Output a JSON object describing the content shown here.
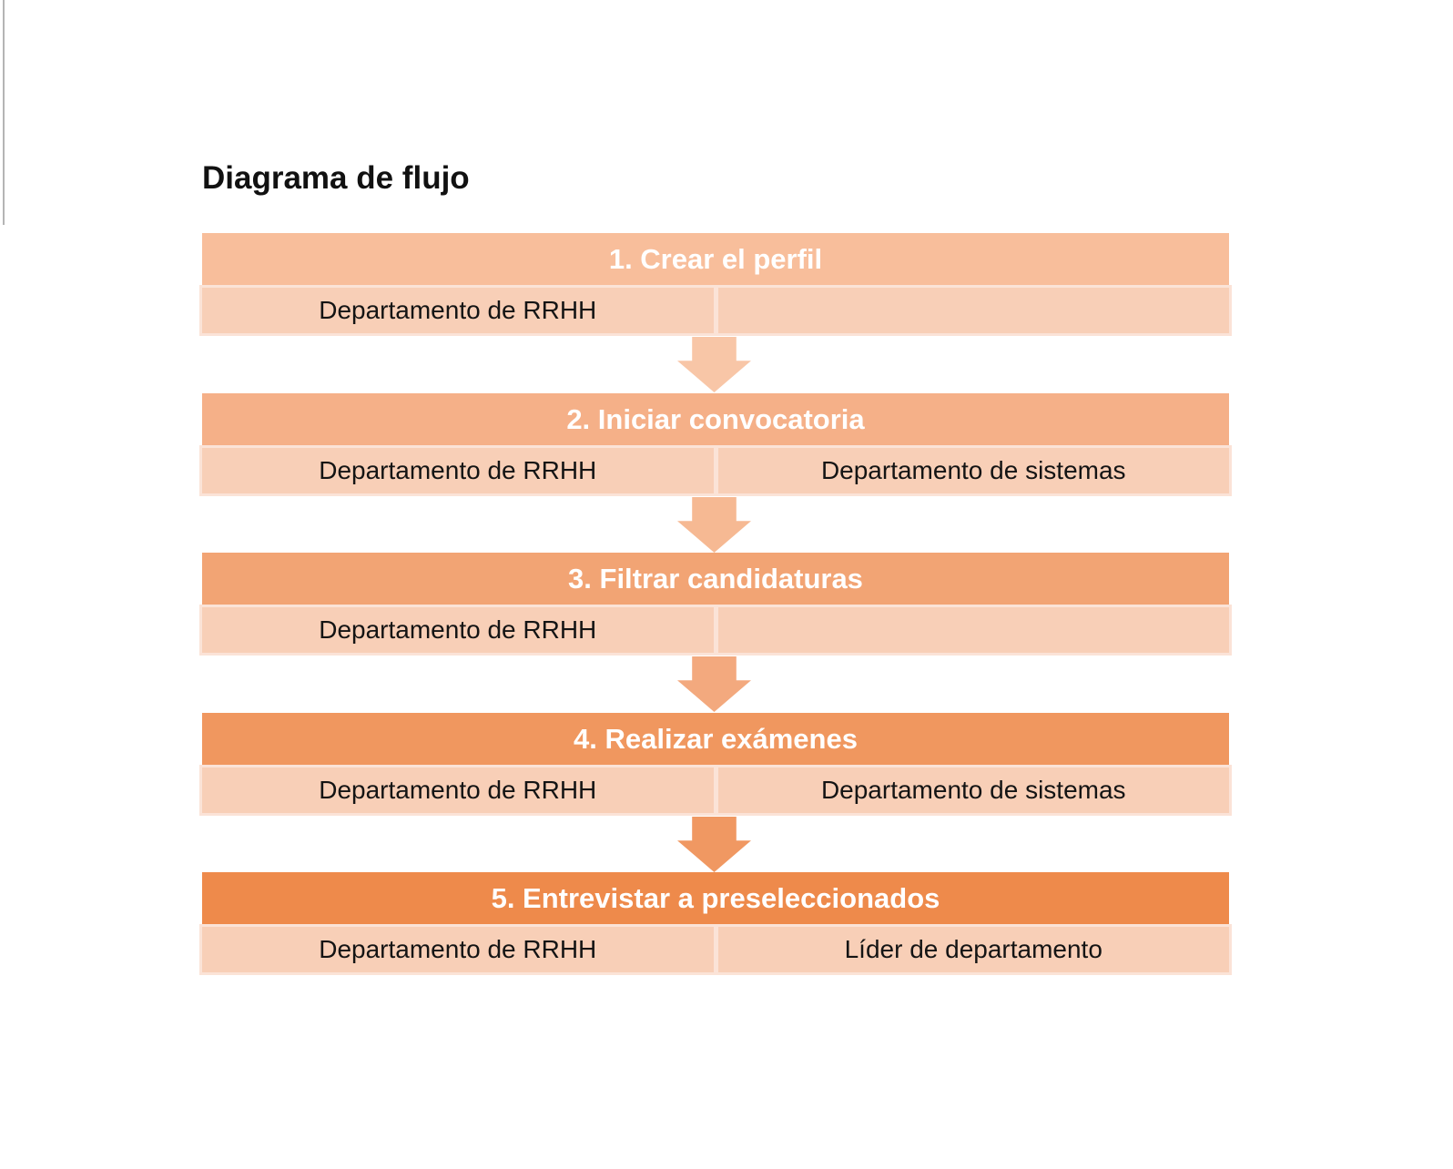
{
  "page": {
    "title": "Diagrama de flujo"
  },
  "diagram": {
    "steps": [
      {
        "title": "1. Crear el perfil",
        "header_color": "#F8BE9B",
        "cells": [
          "Departamento de RRHH",
          ""
        ]
      },
      {
        "title": "2. Iniciar convocatoria",
        "header_color": "#F5B088",
        "cells": [
          "Departamento de RRHH",
          "Departamento de sistemas"
        ]
      },
      {
        "title": "3. Filtrar candidaturas",
        "header_color": "#F2A474",
        "cells": [
          "Departamento de RRHH",
          ""
        ]
      },
      {
        "title": "4. Realizar exámenes",
        "header_color": "#F0975F",
        "cells": [
          "Departamento de RRHH",
          "Departamento de sistemas"
        ]
      },
      {
        "title": "5. Entrevistar a preseleccionados",
        "header_color": "#EE8A4B",
        "cells": [
          "Departamento de RRHH",
          "Líder de departamento"
        ]
      }
    ],
    "arrow_colors": [
      "#F8C6A7",
      "#F6B993",
      "#F3A97E",
      "#F09862"
    ],
    "cell_bg": "#F8CFB7",
    "cell_border": "#FBE3D7"
  }
}
